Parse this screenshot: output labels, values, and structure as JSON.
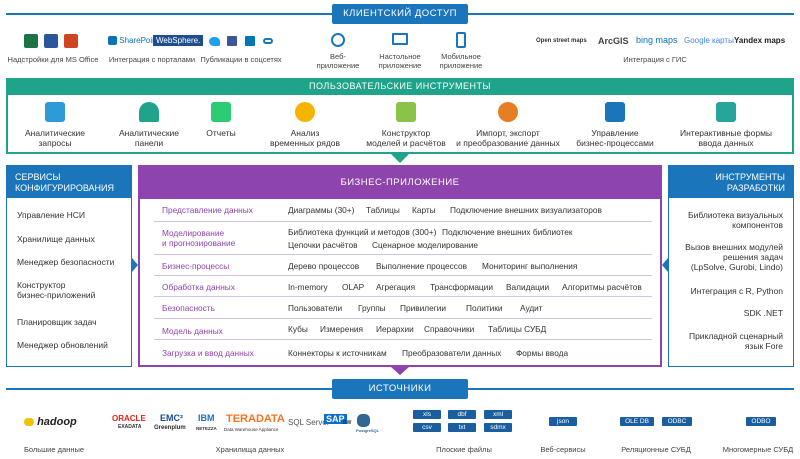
{
  "colors": {
    "blue": "#1b75bb",
    "teal": "#1fa38a",
    "purple": "#8e44ad",
    "darkblue": "#1b5e9f"
  },
  "client": {
    "title": "КЛИЕНТСКИЙ ДОСТУП",
    "office_label": "Надстройки для MS Office",
    "portals_label": "Интеграция с порталами",
    "sharepoint": "SharePoint",
    "websphere": "WebSphere.",
    "social_label": "Публикации в соцсетях",
    "web_label": "Веб-\nприложение",
    "desktop_label": "Настольное\nприложение",
    "mobile_label": "Мобильное\nприложение",
    "gis_label": "Интеграция с ГИС",
    "gis_logos": [
      "Open street maps",
      "ArcGIS",
      "bing maps",
      "Google карты",
      "Yandex maps"
    ]
  },
  "tools": {
    "title": "ПОЛЬЗОВАТЕЛЬСКИЕ ИНСТРУМЕНТЫ",
    "items": [
      {
        "label": "Аналитические\nзапросы",
        "icon": "cube-icon"
      },
      {
        "label": "Аналитические\nпанели",
        "icon": "gauge-icon"
      },
      {
        "label": "Отчеты",
        "icon": "report-icon"
      },
      {
        "label": "Анализ\nвременных рядов",
        "icon": "time-series-icon"
      },
      {
        "label": "Конструктор\nмоделей и расчётов",
        "icon": "model-builder-icon"
      },
      {
        "label": "Импорт, экспорт\nи преобразование данных",
        "icon": "import-export-icon"
      },
      {
        "label": "Управление\nбизнес-процессами",
        "icon": "business-process-icon"
      },
      {
        "label": "Интерактивные формы\nввода данных",
        "icon": "form-input-icon"
      }
    ]
  },
  "left": {
    "title": "СЕРВИСЫ\nКОНФИГУРИРОВАНИЯ",
    "items": [
      "Управление НСИ",
      "Хранилище данных",
      "Менеджер безопасности",
      "Конструктор\nбизнес-приложений",
      "Планировщик задач",
      "Менеджер обновлений"
    ]
  },
  "right": {
    "title": "ИНСТРУМЕНТЫ\nРАЗРАБОТКИ",
    "items": [
      "Библиотека визуальных\nкомпонентов",
      "Вызов внешних модулей\nрешения задач\n(LpSolve, Gurobi, Lindo)",
      "Интеграция с R, Python",
      "SDK .NET",
      "Прикладной сценарный\nязык Fore"
    ]
  },
  "center": {
    "title": "БИЗНЕС-ПРИЛОЖЕНИЕ",
    "rows": [
      {
        "label": "Представление данных",
        "items": [
          "Диаграммы (30+)",
          "Таблицы",
          "Карты",
          "Подключение внешних визуализаторов"
        ]
      },
      {
        "label": "Моделирование\nи прогнозирование",
        "items": [
          "Библиотека функций и методов (300+)",
          "Подключение внешних библиотек",
          "Цепочки расчётов",
          "Сценарное моделирование"
        ]
      },
      {
        "label": "Бизнес-процессы",
        "items": [
          "Дерево процессов",
          "Выполнение процессов",
          "Мониторинг выполнения"
        ]
      },
      {
        "label": "Обработка данных",
        "items": [
          "In-memory",
          "OLAP",
          "Агрегация",
          "Трансформации",
          "Валидации",
          "Алгоритмы расчётов"
        ]
      },
      {
        "label": "Безопасность",
        "items": [
          "Пользователи",
          "Группы",
          "Привилегии",
          "Политики",
          "Аудит"
        ]
      },
      {
        "label": "Модель данных",
        "items": [
          "Кубы",
          "Измерения",
          "Иерархии",
          "Справочники",
          "Таблицы СУБД"
        ]
      },
      {
        "label": "Загрузка и ввод данных",
        "items": [
          "Коннекторы к источникам",
          "Преобразователи данных",
          "Формы ввода"
        ]
      }
    ]
  },
  "sources": {
    "title": "ИСТОЧНИКИ",
    "bigdata_label": "Большие данные",
    "hadoop": "hadoop",
    "storage_label": "Хранилища данных",
    "storage_logos": [
      "ORACLE",
      "EXADATA",
      "EMC²",
      "Greenplum",
      "IBM",
      "NETEZZA",
      "TERADATA",
      "Data Warehouse Appliance",
      "SQL Server",
      "SAP",
      "BW",
      "PostgreSQL"
    ],
    "flat_label": "Плоские файлы",
    "flat_tags": [
      "xls",
      "dbf",
      "xml",
      "csv",
      "txt",
      "sdmx"
    ],
    "web_label": "Веб-сервисы",
    "web_tag": "json",
    "rel_label": "Реляционные СУБД",
    "rel_tags": [
      "OLE DB",
      "ODBC"
    ],
    "multi_label": "Многомерные СУБД",
    "multi_tag": "ODBO"
  }
}
